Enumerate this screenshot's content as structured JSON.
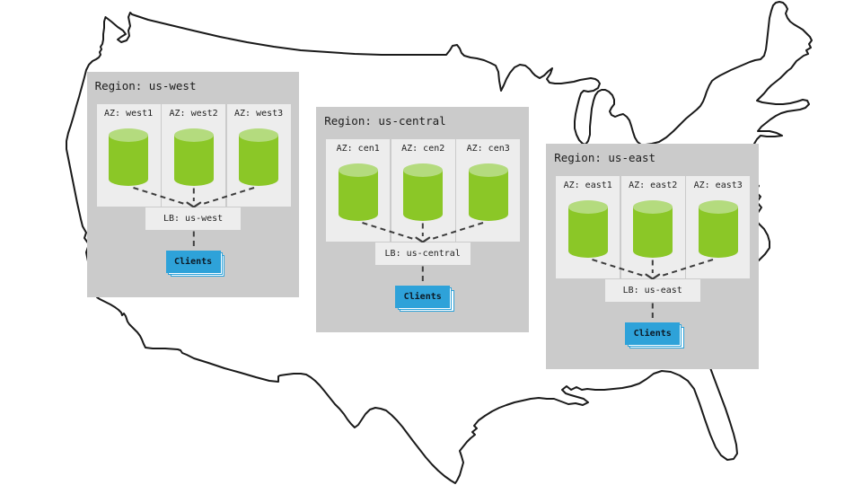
{
  "regions": [
    {
      "title": "Region: us-west",
      "azs": [
        {
          "label": "AZ: west1"
        },
        {
          "label": "AZ: west2"
        },
        {
          "label": "AZ: west3"
        }
      ],
      "lb_label": "LB: us-west",
      "clients_label": "Clients"
    },
    {
      "title": "Region: us-central",
      "azs": [
        {
          "label": "AZ: cen1"
        },
        {
          "label": "AZ: cen2"
        },
        {
          "label": "AZ: cen3"
        }
      ],
      "lb_label": "LB: us-central",
      "clients_label": "Clients"
    },
    {
      "title": "Region: us-east",
      "azs": [
        {
          "label": "AZ: east1"
        },
        {
          "label": "AZ: east2"
        },
        {
          "label": "AZ: east3"
        }
      ],
      "lb_label": "LB: us-east",
      "clients_label": "Clients"
    }
  ],
  "colors": {
    "region_fill": "#cbcbcb",
    "az_fill": "#ededed",
    "lb_fill": "#ededed",
    "cylinder_body": "#8bc727",
    "cylinder_top": "#b4db7e",
    "clients_fill": "#2ea2d9",
    "link_stroke": "#3d3d3d",
    "map_outline": "#1a1a1a",
    "background": "#ffffff"
  },
  "icons": {
    "database_cylinder": "db-cylinder-icon",
    "clients_stack": "stacked-rect-icon",
    "arrowhead": "chevron-down-arrow-icon"
  }
}
